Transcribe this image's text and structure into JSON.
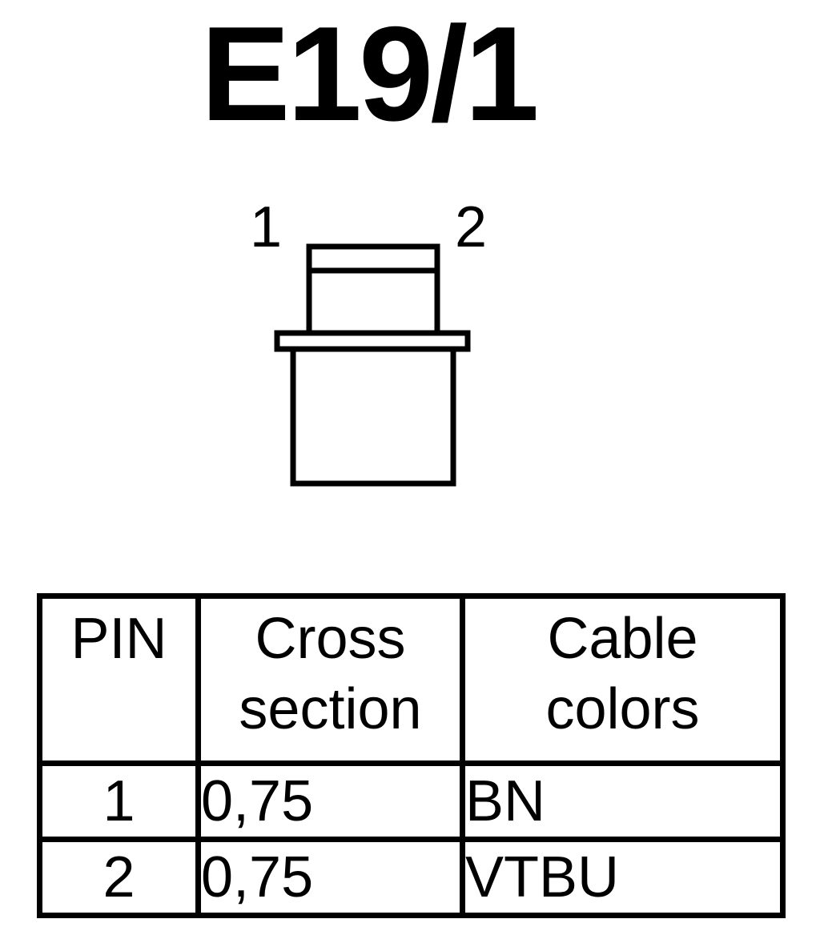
{
  "title": "E19/1",
  "connector": {
    "pin_labels": [
      "1",
      "2"
    ]
  },
  "table": {
    "headers": [
      {
        "lines": [
          "PIN"
        ]
      },
      {
        "lines": [
          "Cross",
          "section"
        ]
      },
      {
        "lines": [
          "Cable",
          "colors"
        ]
      }
    ],
    "rows": [
      {
        "pin": "1",
        "cross_section": "0,75",
        "cable_color": "BN"
      },
      {
        "pin": "2",
        "cross_section": "0,75",
        "cable_color": "VTBU"
      }
    ]
  }
}
